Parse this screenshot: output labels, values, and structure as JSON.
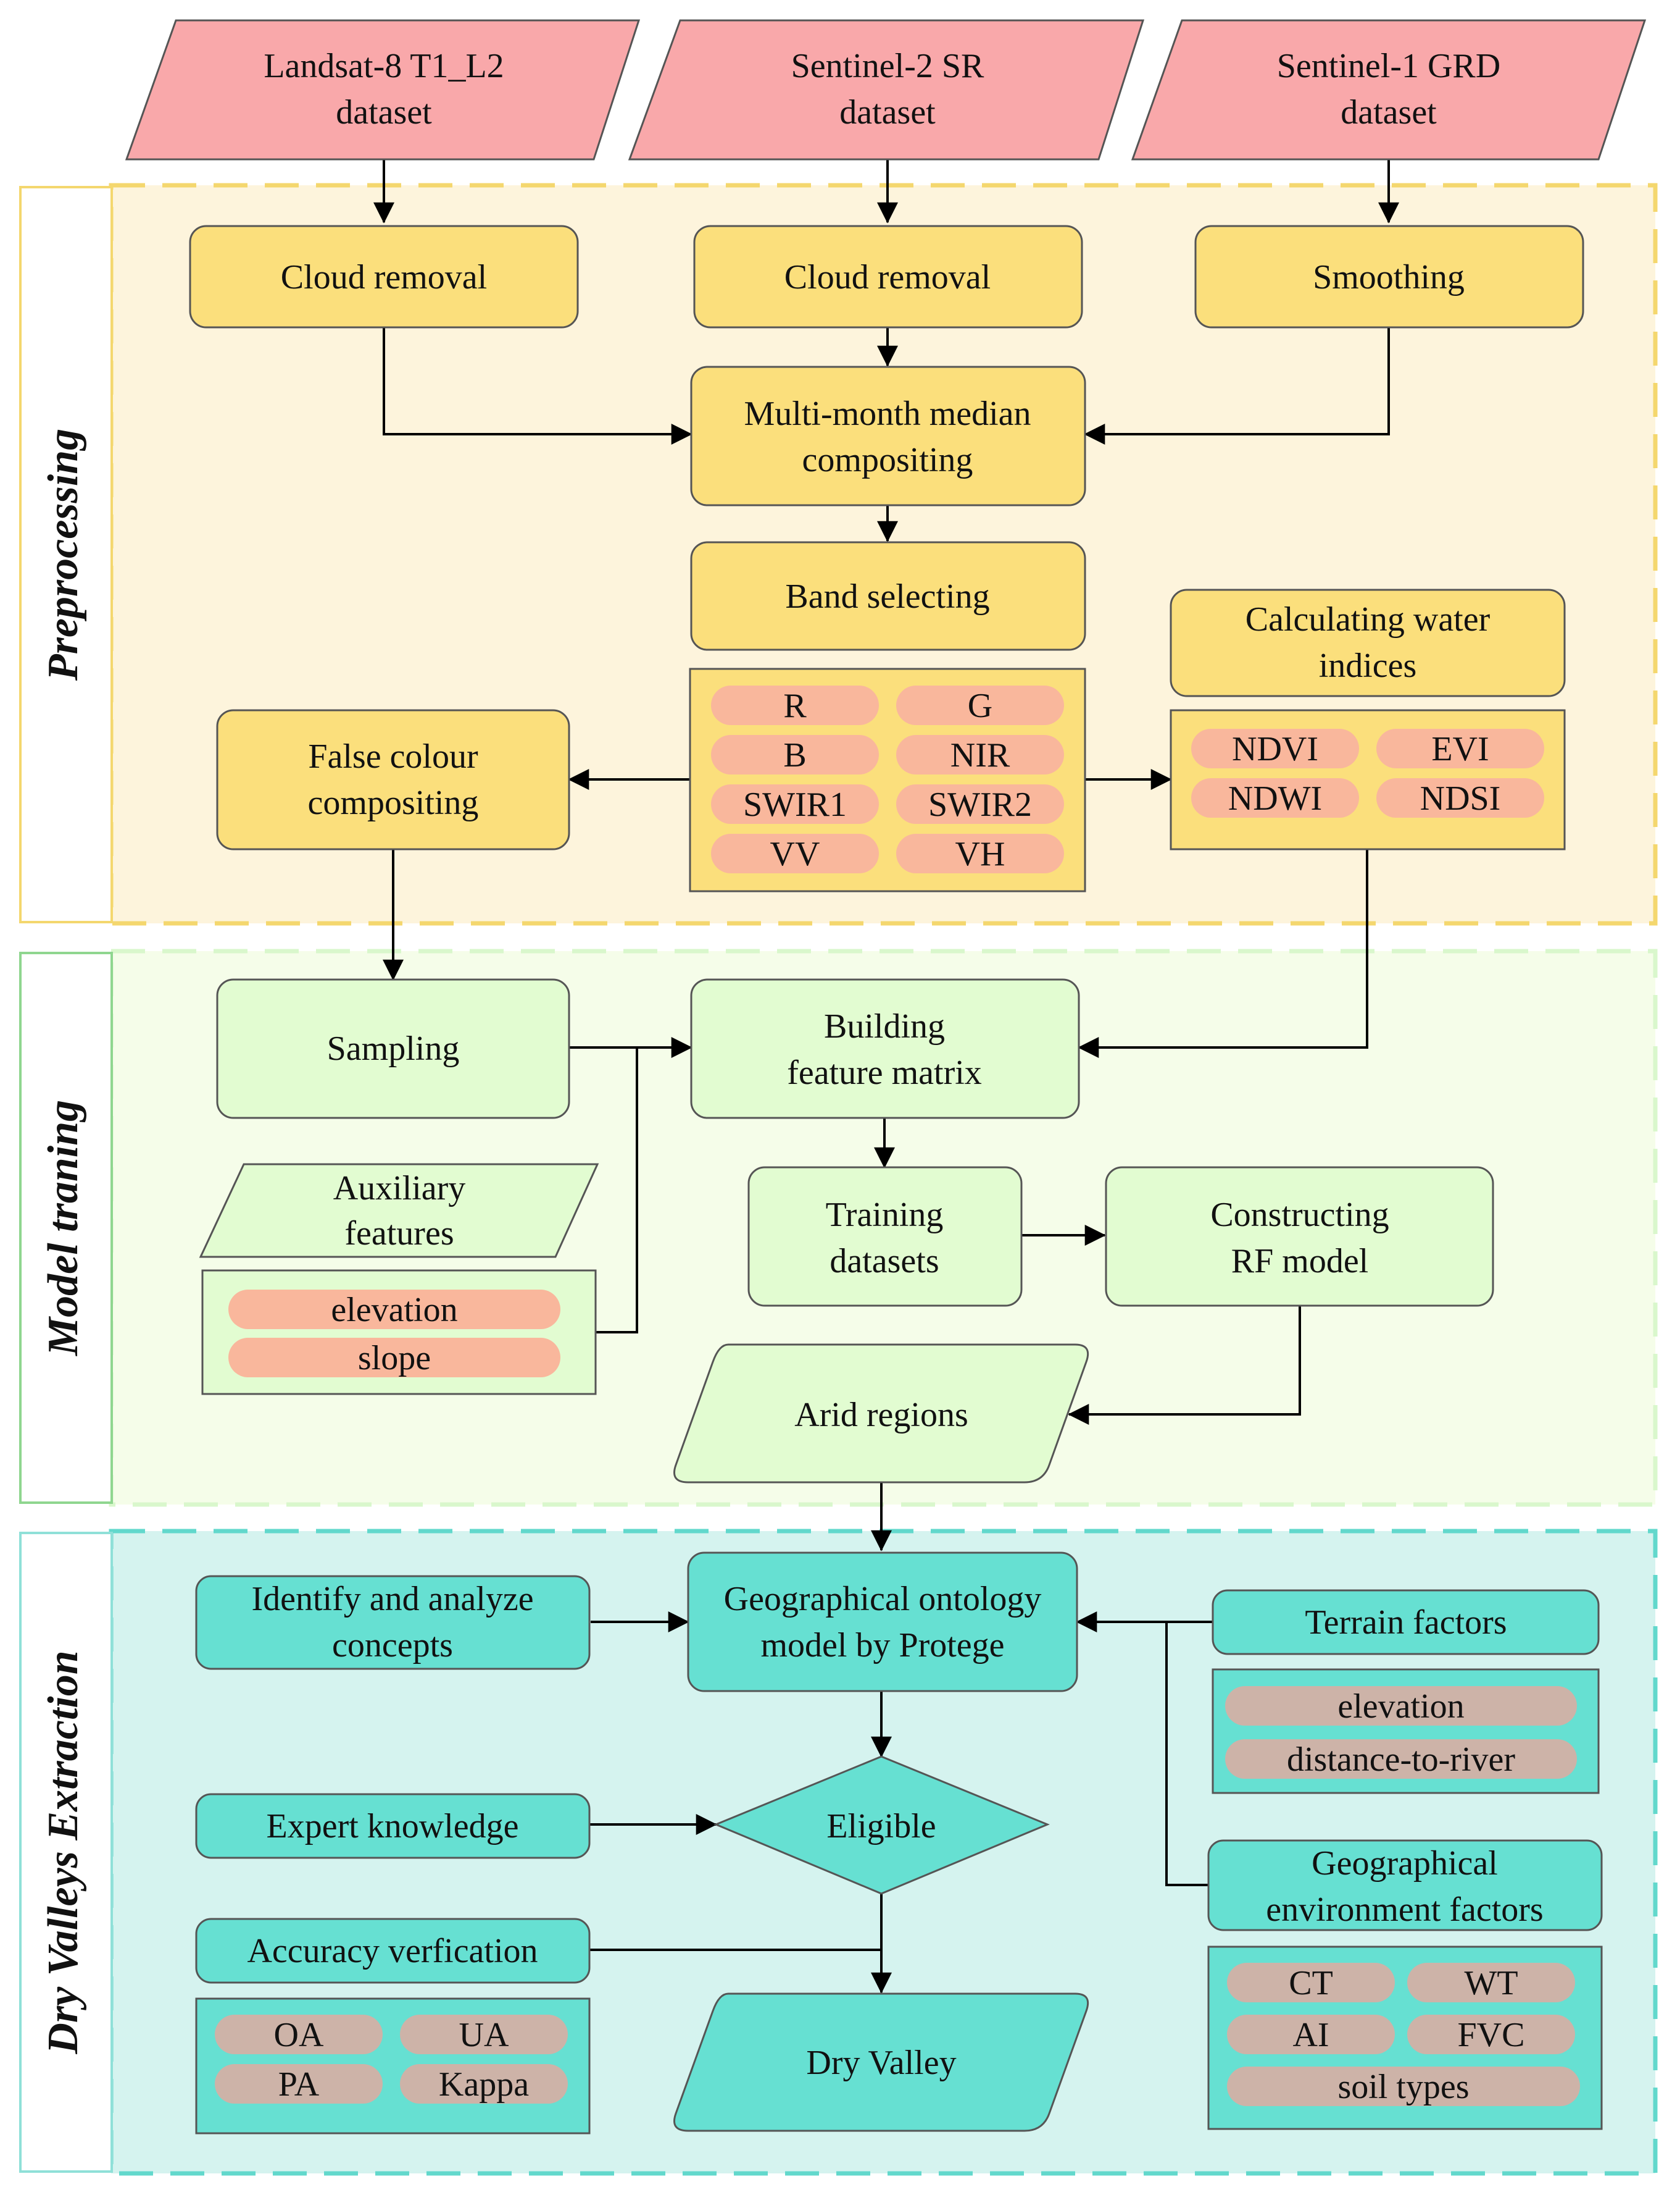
{
  "colors": {
    "source": "#f9a8aa",
    "preprocessing": "#fbdf7c",
    "preprocessing_bg": "#fdf4dc",
    "preprocessing_border": "#f4d76e",
    "model_training": "#e2fcd1",
    "model_training_bg": "#f5fde9",
    "model_training_border": "#a0e3a0",
    "extraction": "#66e0d2",
    "extraction_bg": "#d5f3ef",
    "extraction_border": "#62d8cc",
    "band_chip": "#f9b79c",
    "factor_chip": "#cdb3a8"
  },
  "sections": {
    "preprocessing": "Preprocessing",
    "model_training": "Model traning",
    "extraction": "Dry Valleys Extraction"
  },
  "sources": {
    "landsat": [
      "Landsat-8 T1_L2",
      "dataset"
    ],
    "sentinel2": [
      "Sentinel-2 SR",
      "dataset"
    ],
    "sentinel1": [
      "Sentinel-1 GRD",
      "dataset"
    ]
  },
  "preprocessing": {
    "cloud_removal_1": [
      "Cloud removal"
    ],
    "cloud_removal_2": [
      "Cloud removal"
    ],
    "smoothing": [
      "Smoothing"
    ],
    "median": [
      "Multi-month median",
      "compositing"
    ],
    "band_selecting": [
      "Band selecting"
    ],
    "bands": [
      "R",
      "G",
      "B",
      "NIR",
      "SWIR1",
      "SWIR2",
      "VV",
      "VH"
    ],
    "water_indices": [
      "Calculating water",
      "indices"
    ],
    "indices": [
      "NDVI",
      "EVI",
      "NDWI",
      "NDSI"
    ],
    "false_colour": [
      "False colour",
      "compositing"
    ]
  },
  "model_training": {
    "sampling": [
      "Sampling"
    ],
    "feature_matrix": [
      "Building",
      "feature matrix"
    ],
    "auxiliary": [
      "Auxiliary",
      "features"
    ],
    "aux_items": [
      "elevation",
      "slope"
    ],
    "training": [
      "Training",
      "datasets"
    ],
    "rf": [
      "Constructing",
      "RF model"
    ],
    "arid": [
      "Arid regions"
    ]
  },
  "extraction": {
    "concepts": [
      "Identify and analyze",
      "concepts"
    ],
    "ontology": [
      "Geographical ontology",
      "model by Protege"
    ],
    "terrain": [
      "Terrain factors"
    ],
    "terrain_items": [
      "elevation",
      "distance-to-river"
    ],
    "expert": [
      "Expert knowledge"
    ],
    "eligible": [
      "Eligible"
    ],
    "geo_env": [
      "Geographical",
      "environment factors"
    ],
    "geo_env_items": [
      "CT",
      "WT",
      "AI",
      "FVC",
      "soil types"
    ],
    "accuracy": [
      "Accuracy verfication"
    ],
    "accuracy_items": [
      "OA",
      "UA",
      "PA",
      "Kappa"
    ],
    "dry_valley": [
      "Dry Valley"
    ]
  }
}
